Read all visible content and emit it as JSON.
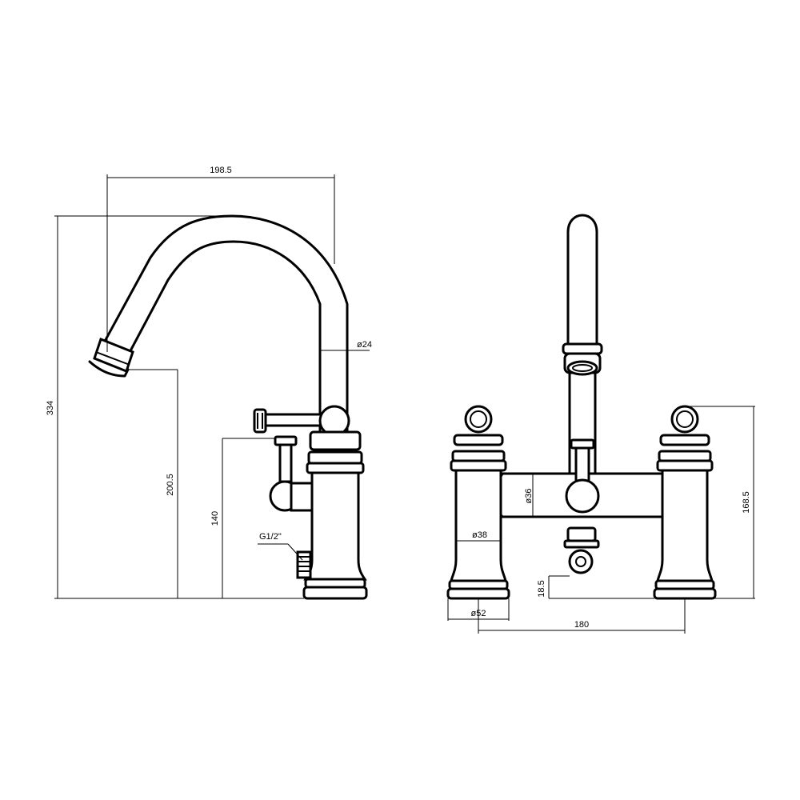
{
  "dimensions": {
    "spout_reach": "198.5",
    "overall_height": "334",
    "spout_diameter": "ø24",
    "outlet_height": "200.5",
    "inlet_height": "140",
    "thread": "G1/2\"",
    "body_diameter_36": "ø36",
    "body_diameter_38": "ø38",
    "base_diameter": "ø52",
    "handle_height": "168.5",
    "outlet_offset": "18.5",
    "centres": "180"
  },
  "colors": {
    "line": "#000000",
    "background": "#ffffff"
  }
}
